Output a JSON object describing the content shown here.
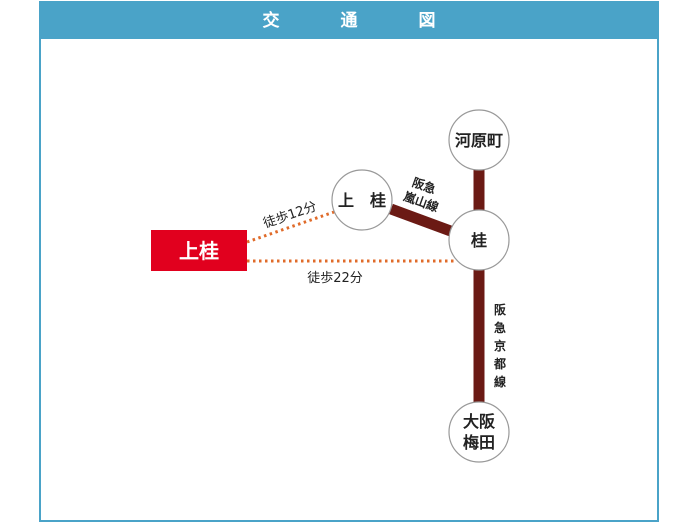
{
  "title": "交　通　図",
  "colors": {
    "header": "#4aa3c8",
    "rail": "#6b1a14",
    "walk": "#e06b2a",
    "destination": "#e1001e"
  },
  "destination": {
    "label": "上桂"
  },
  "stations": {
    "kamikatsura": "上　桂",
    "katsura": "桂",
    "kawaramachi": "河原町",
    "umeda_line1": "大阪",
    "umeda_line2": "梅田"
  },
  "lines": {
    "arashiyama_line1": "阪急",
    "arashiyama_line2": "嵐山線",
    "kyoto_line_chars": [
      "阪",
      "急",
      "京",
      "都",
      "線"
    ]
  },
  "walks": {
    "to_kamikatsura": "徒歩12分",
    "to_katsura": "徒歩22分"
  }
}
